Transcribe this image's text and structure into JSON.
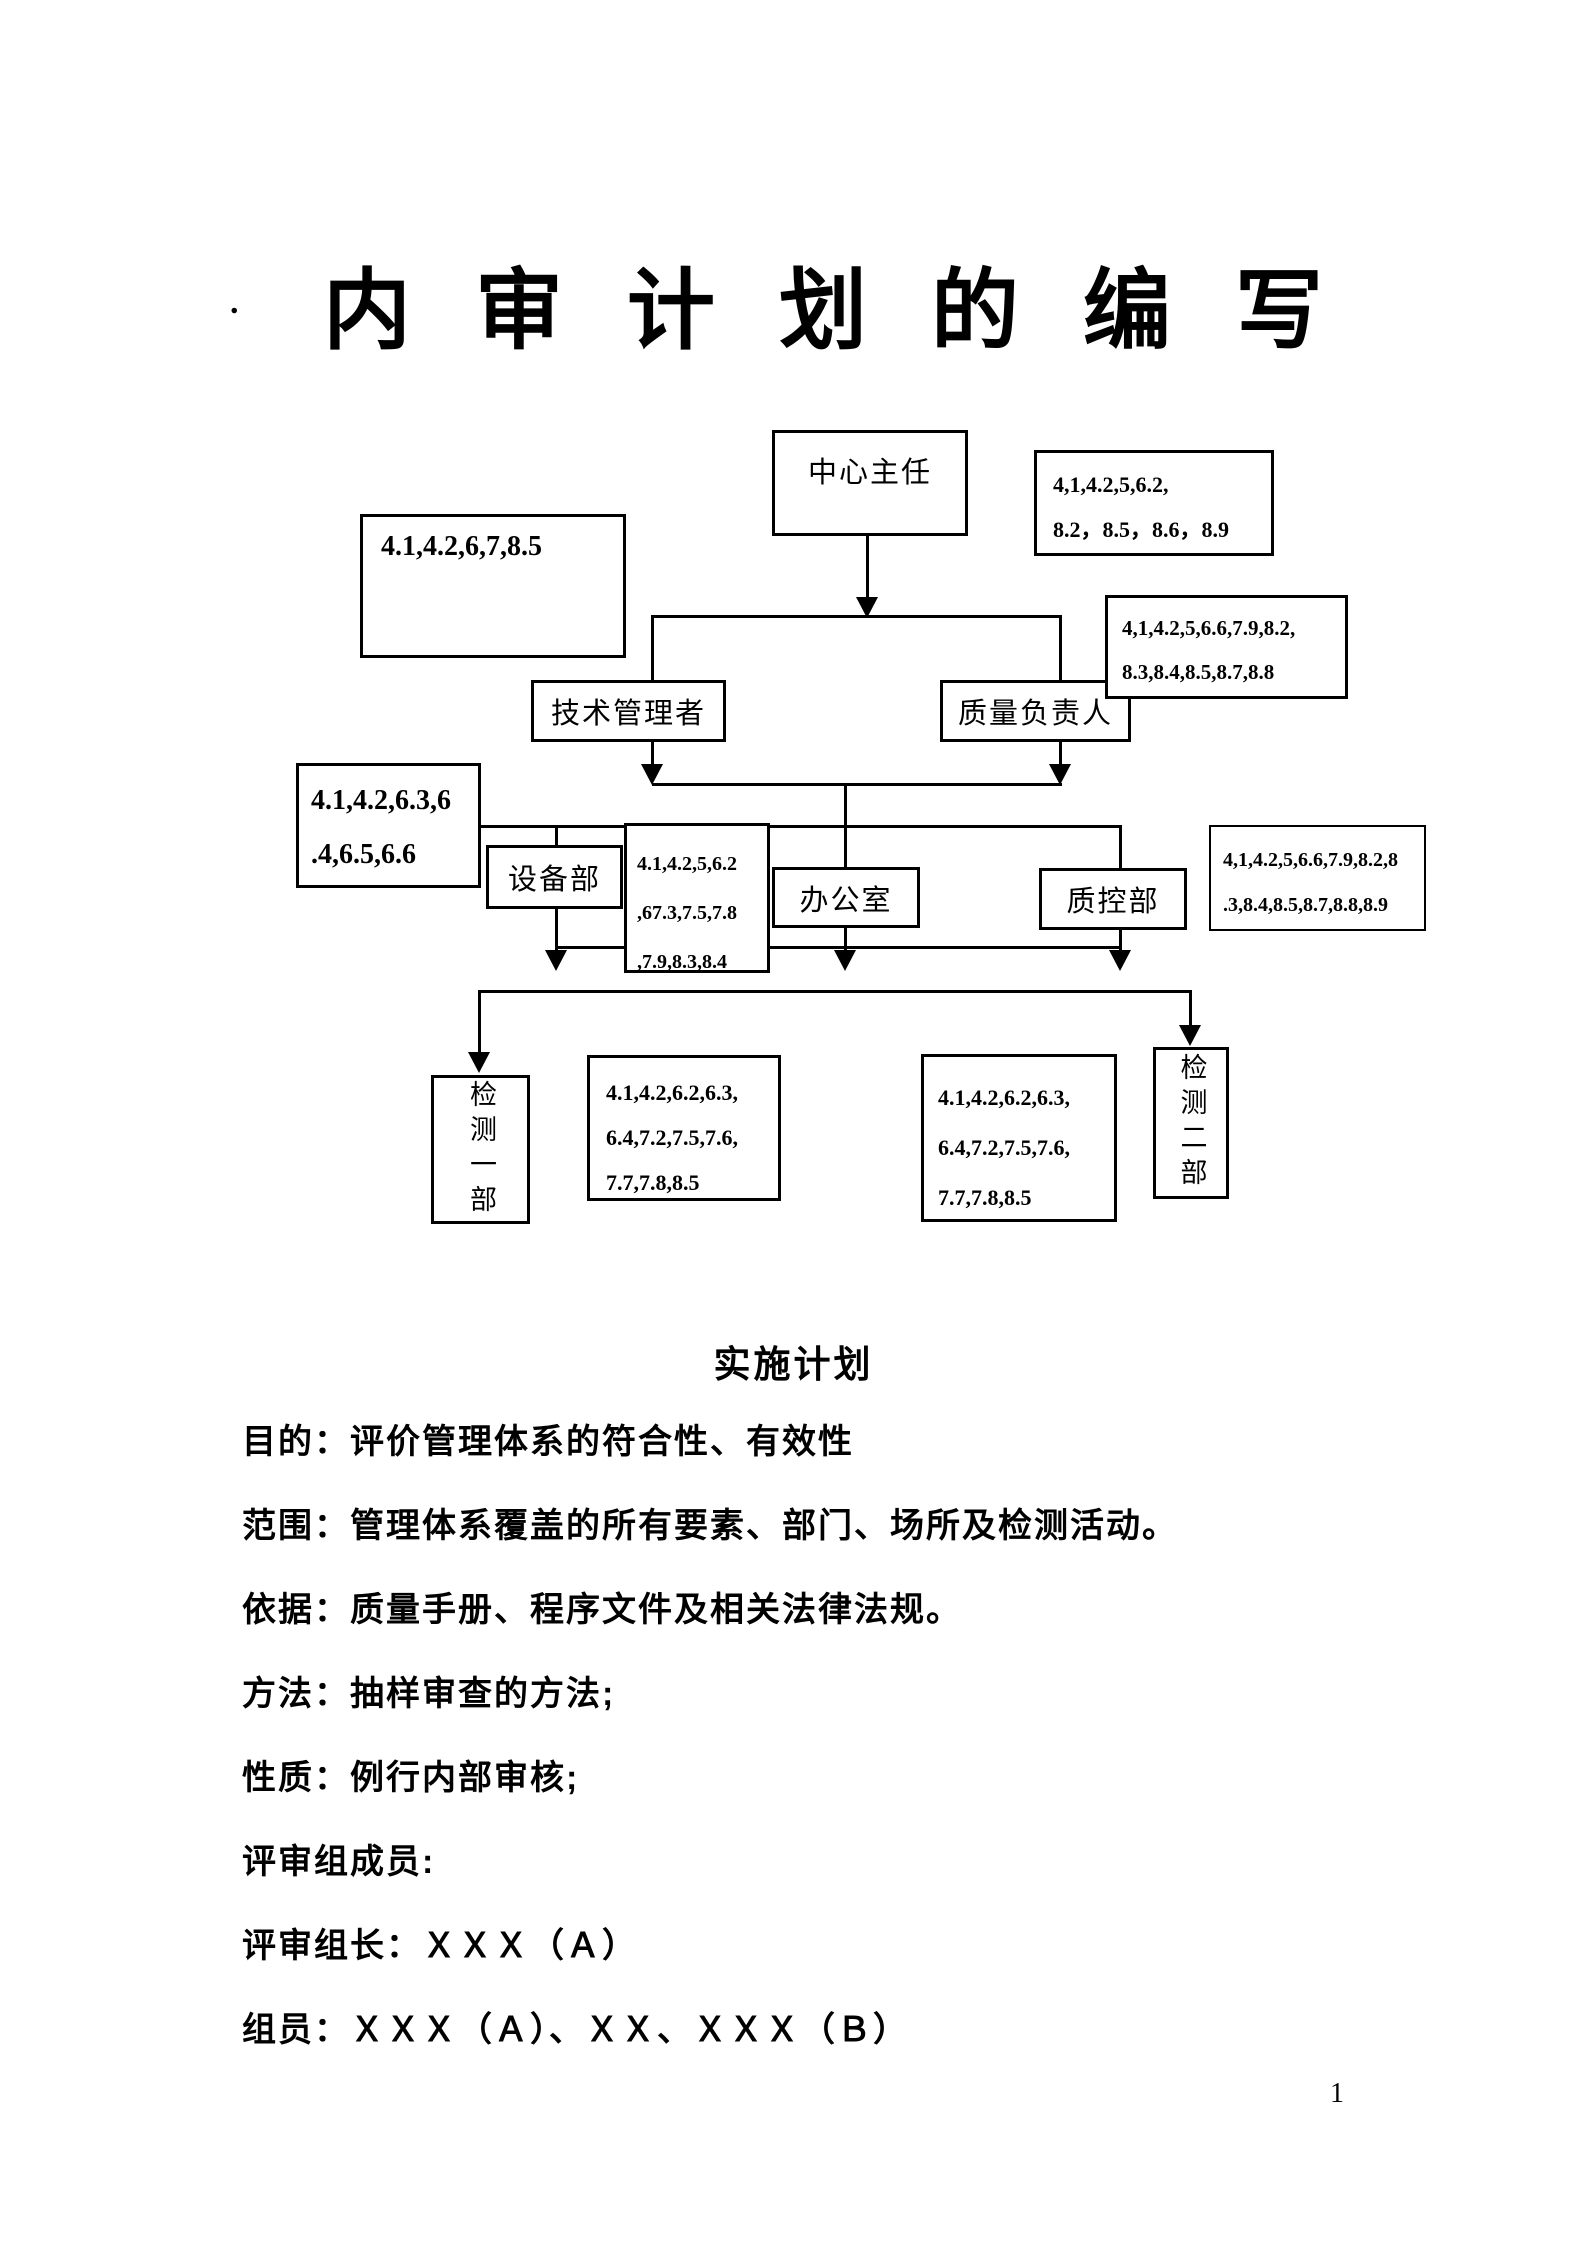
{
  "page": {
    "title": "内审计划的编写",
    "corner_dot": ".",
    "page_number": "1"
  },
  "chart": {
    "nodes": {
      "center_director": "中心主任",
      "tech_manager": "技术管理者",
      "quality_manager": "质量负责人",
      "equipment_dept": "设备部",
      "office": "办公室",
      "qc_dept": "质控部",
      "testing_dept_1": "检测一部",
      "testing_dept_2": "检测二部"
    },
    "clauses": {
      "director": [
        "4,1,4.2,5,6.2,",
        "8.2，8.5，8.6，8.9"
      ],
      "top_left": [
        "4.1,4.2,6,7,8.5"
      ],
      "managers": [
        "4,1,4.2,5,6.6,7.9,8.2,",
        "8.3,8.4,8.5,8.7,8.8"
      ],
      "mid_left": [
        "4.1,4.2,6.3,6",
        ".4,6.5,6.6"
      ],
      "equipment": [
        "4.1,4.2,5,6.2",
        ",67.3,7.5,7.8",
        ",7.9,8.3,8.4"
      ],
      "mid_right": [
        "4,1,4.2,5,6.6,7.9,8.2,8",
        ".3,8.4,8.5,8.7,8.8,8.9"
      ],
      "testing1": [
        "4.1,4.2,6.2,6.3,",
        "6.4,7.2,7.5,7.6,",
        "7.7,7.8,8.5"
      ],
      "testing2": [
        "4.1,4.2,6.2,6.3,",
        "6.4,7.2,7.5,7.6,",
        "7.7,7.8,8.5"
      ]
    }
  },
  "plan": {
    "heading": "实施计划",
    "lines": [
      "目的：评价管理体系的符合性、有效性",
      "范围：管理体系覆盖的所有要素、部门、场所及检测活动。",
      "依据：质量手册、程序文件及相关法律法规。",
      "方法：抽样审查的方法;",
      "性质：例行内部审核;",
      "评审组成员:",
      "评审组长：ＸＸＸ（Ａ）",
      "组员：ＸＸＸ（Ａ）、ＸＸ、ＸＸＸ（Ｂ）"
    ]
  }
}
